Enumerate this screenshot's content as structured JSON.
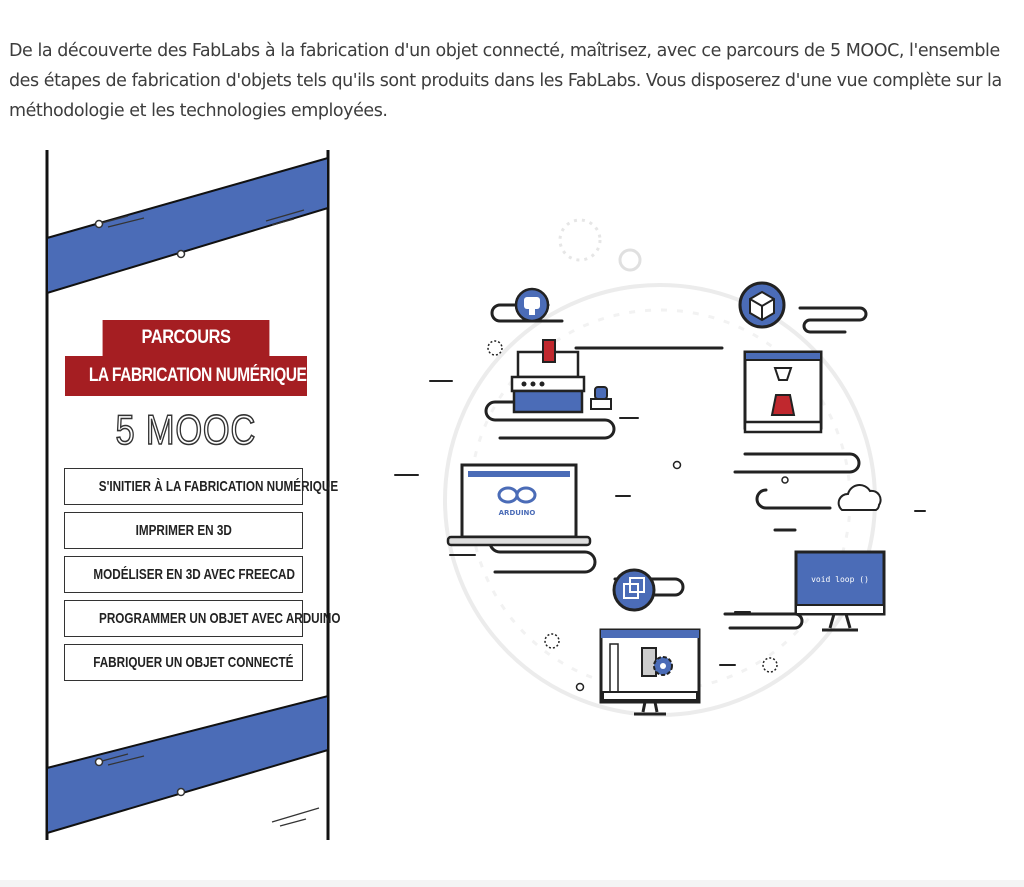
{
  "intro": {
    "text": "De la découverte des FabLabs à la fabrication d'un objet connecté, maîtrisez, avec ce parcours de 5 MOOC, l'ensemble des étapes de fabrication d'objets tels qu'ils sont produits dans les FabLabs. Vous disposerez d'une vue complète sur la méthodologie et les technologies employées."
  },
  "banner": {
    "parcours_label": "PARCOURS",
    "title": "LA FABRICATION NUMÉRIQUE",
    "count_label": "5 MOOC",
    "courses": [
      {
        "label": "S'INITIER À LA FABRICATION NUMÉRIQUE"
      },
      {
        "label": "IMPRIMER EN 3D"
      },
      {
        "label": "MODÉLISER EN 3D AVEC FREECAD"
      },
      {
        "label": "PROGRAMMER UN OBJET AVEC ARDUINO"
      },
      {
        "label": "FABRIQUER UN OBJET CONNECTÉ"
      }
    ],
    "colors": {
      "accent_red": "#a51e22",
      "stripe_blue": "#4b6cb7",
      "outline": "#222222"
    }
  },
  "illustration": {
    "arduino_label": "ARDUINO",
    "code_label": "void loop ()",
    "icons": [
      "robot-icon",
      "cube-icon",
      "cnc-machine-icon",
      "3d-printer-icon",
      "laptop-icon",
      "cloud-icon",
      "monitor-icon",
      "wireframe-cube-icon",
      "cad-screen-icon",
      "gear-icon"
    ]
  }
}
